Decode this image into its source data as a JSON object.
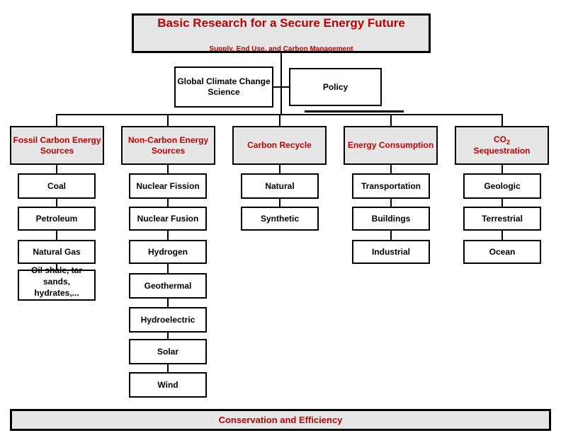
{
  "title": {
    "main": "Basic Research for a Secure Energy Future",
    "subtitle": "Supply, End Use, and Carbon Management"
  },
  "tier2": {
    "climate": "Global Climate Change Science",
    "policy": "Policy"
  },
  "columns": [
    {
      "header": "Fossil Carbon Energy Sources",
      "items": [
        "Coal",
        "Petroleum",
        "Natural Gas",
        "Oil shale, tar sands, hydrates,..."
      ]
    },
    {
      "header": "Non-Carbon Energy Sources",
      "items": [
        "Nuclear Fission",
        "Nuclear Fusion",
        "Hydrogen",
        "Geothermal",
        "Hydroelectric",
        "Solar",
        "Wind"
      ]
    },
    {
      "header": "Carbon Recycle",
      "items": [
        "Natural",
        "Synthetic"
      ]
    },
    {
      "header": "Energy Consumption",
      "items": [
        "Transportation",
        "Buildings",
        "Industrial"
      ]
    },
    {
      "header": "CO2 Sequestration",
      "header_prefix": "CO",
      "header_sub": "2",
      "header_suffix": "Sequestration",
      "items": [
        "Geologic",
        "Terrestrial",
        "Ocean"
      ]
    }
  ],
  "footer": {
    "label": "Conservation and Efficiency"
  },
  "colors": {
    "accent": "#c00000",
    "box_fill": "#e6e6e6",
    "border": "#000000",
    "background": "#ffffff"
  }
}
